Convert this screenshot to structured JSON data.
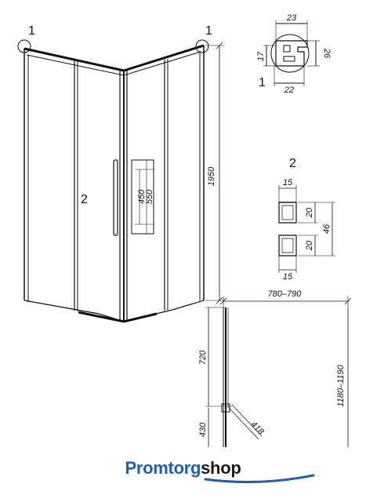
{
  "labels": {
    "corner_left": "1",
    "corner_right": "1",
    "panel": "2",
    "detail_profile": "1",
    "detail_seal": "2"
  },
  "dimensions": {
    "height_total": "1950",
    "handle_inner": "450",
    "handle_outer": "550",
    "profile_top": "23",
    "profile_left": "17",
    "profile_right": "26",
    "profile_bottom": "22",
    "seal_top": "15",
    "seal_upper": "20",
    "seal_lower": "20",
    "seal_total": "46",
    "seal_bottom": "15",
    "plan_width": "780–790",
    "plan_side": "720",
    "plan_door": "1180–1190",
    "plan_small": "430",
    "plan_diag": "418"
  },
  "logo": {
    "part1": "Promtorg",
    "part2": "shop",
    "accent_color": "#1d5fb4"
  }
}
